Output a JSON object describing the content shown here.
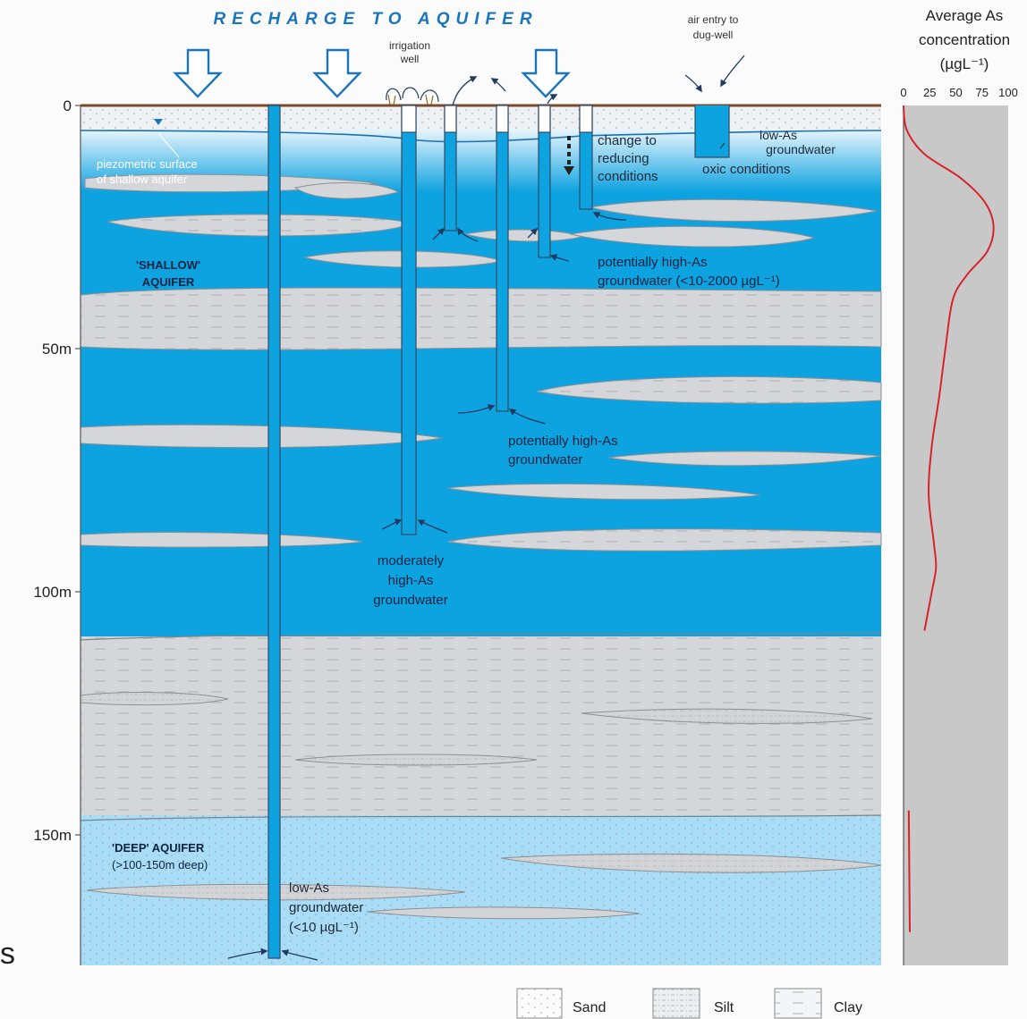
{
  "header": {
    "recharge_title": "RECHARGE TO AQUIFER",
    "irrigation_well": [
      "irrigation",
      "well"
    ],
    "air_entry": [
      "air entry to",
      "dug-well"
    ]
  },
  "depth_axis": {
    "ticks": [
      "0",
      "50m",
      "100m",
      "150m"
    ],
    "ticks_m": [
      0,
      50,
      100,
      150
    ]
  },
  "annotations": {
    "piezometric": [
      "piezometric surface",
      "of shallow aquifer"
    ],
    "change_reducing": [
      "change to",
      "reducing",
      "conditions"
    ],
    "low_as_top": [
      "low-As",
      "groundwater"
    ],
    "oxic": "oxic conditions",
    "shallow_aquifer": [
      "'SHALLOW'",
      "AQUIFER"
    ],
    "potentially_high_1": [
      "potentially high-As",
      "groundwater (<10-2000 µgL⁻¹)"
    ],
    "potentially_high_2": [
      "potentially high-As",
      "groundwater"
    ],
    "moderately_high": [
      "moderately",
      "high-As",
      "groundwater"
    ],
    "deep_aquifer": [
      "'DEEP' AQUIFER",
      "(>100-150m deep)"
    ],
    "low_as_deep": [
      "low-As",
      "groundwater",
      "(<10 µgL⁻¹)"
    ],
    "edge_letter": "s"
  },
  "concentration_panel": {
    "title": [
      "Average As",
      "concentration",
      "(µgL⁻¹)"
    ],
    "ticks": [
      "0",
      "25",
      "50",
      "75",
      "100"
    ],
    "tick_values": [
      0,
      25,
      50,
      75,
      100
    ],
    "xlim": [
      0,
      100
    ],
    "profile": [
      {
        "depth_m": 0,
        "as": 0
      },
      {
        "depth_m": 5,
        "as": 3
      },
      {
        "depth_m": 10,
        "as": 20
      },
      {
        "depth_m": 15,
        "as": 55
      },
      {
        "depth_m": 20,
        "as": 78
      },
      {
        "depth_m": 25,
        "as": 86
      },
      {
        "depth_m": 30,
        "as": 80
      },
      {
        "depth_m": 35,
        "as": 60
      },
      {
        "depth_m": 40,
        "as": 47
      },
      {
        "depth_m": 50,
        "as": 40
      },
      {
        "depth_m": 60,
        "as": 34
      },
      {
        "depth_m": 70,
        "as": 27
      },
      {
        "depth_m": 80,
        "as": 24
      },
      {
        "depth_m": 90,
        "as": 29
      },
      {
        "depth_m": 95,
        "as": 31
      },
      {
        "depth_m": 100,
        "as": 27
      },
      {
        "depth_m": 108,
        "as": 20
      }
    ],
    "deep_profile": [
      {
        "depth_m": 145,
        "as": 5
      },
      {
        "depth_m": 170,
        "as": 6
      }
    ]
  },
  "legend": {
    "items": [
      "Sand",
      "Silt",
      "Clay"
    ]
  },
  "colors": {
    "aquifer_blue": "#0da2e0",
    "deep_blue": "#a8dcf7",
    "clay_grey": "#d5d6d9",
    "title_blue": "#1b75bc",
    "profile_red": "#d9232a"
  }
}
